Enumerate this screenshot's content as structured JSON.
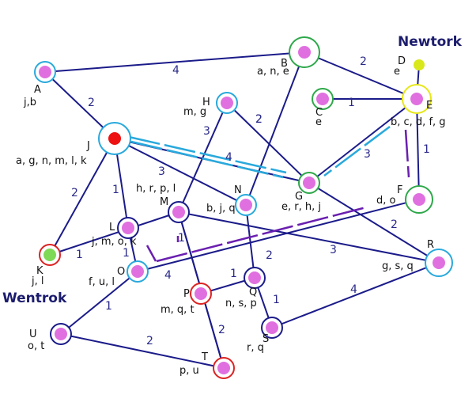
{
  "nodes": [
    {
      "id": "A",
      "sets": "j,b",
      "ring": "#29a9dc",
      "fill": "#e070e0"
    },
    {
      "id": "B",
      "sets": "a, n, e",
      "ring": "#2ea84a",
      "fill": "#e070e0"
    },
    {
      "id": "C",
      "sets": "e",
      "ring": "#2ea84a",
      "fill": "#e070e0"
    },
    {
      "id": "D",
      "sets": "e",
      "ring": "",
      "fill": "#d8e81a"
    },
    {
      "id": "E",
      "sets": "b, c, d, f, g",
      "ring": "#e6e61a",
      "fill": "#e070e0"
    },
    {
      "id": "F",
      "sets": "d, o",
      "ring": "#2ea84a",
      "fill": "#e070e0"
    },
    {
      "id": "G",
      "sets": "e, r, h, j",
      "ring": "#2ea84a",
      "fill": "#e070e0"
    },
    {
      "id": "H",
      "sets": "m, g",
      "ring": "#29a9dc",
      "fill": "#e070e0"
    },
    {
      "id": "J",
      "sets": "a, g, n, m, l, k",
      "ring": "#29a9dc",
      "fill": "#ee1111"
    },
    {
      "id": "K",
      "sets": "j, l",
      "ring": "#dd2222",
      "fill": "#7ed957"
    },
    {
      "id": "L",
      "sets": "j, m, o, k",
      "ring": "#1b1b8a",
      "fill": "#e070e0"
    },
    {
      "id": "M",
      "sets": "h, r, p, l",
      "ring": "#1b1b8a",
      "fill": "#e070e0"
    },
    {
      "id": "N",
      "sets": "b, j, q",
      "ring": "#29a9dc",
      "fill": "#e070e0"
    },
    {
      "id": "O",
      "sets": "f, u, l",
      "ring": "#29a9dc",
      "fill": "#e070e0"
    },
    {
      "id": "P",
      "sets": "m, q, t",
      "ring": "#dd2222",
      "fill": "#e070e0"
    },
    {
      "id": "Q",
      "sets": "n, s, p",
      "ring": "#1b1b8a",
      "fill": "#e070e0"
    },
    {
      "id": "R",
      "sets": "g, s, q",
      "ring": "#29a9dc",
      "fill": "#e070e0"
    },
    {
      "id": "S",
      "sets": "r, q",
      "ring": "#1b1b8a",
      "fill": "#e070e0"
    },
    {
      "id": "T",
      "sets": "p, u",
      "ring": "#dd2222",
      "fill": "#e070e0"
    },
    {
      "id": "U",
      "sets": "o, t",
      "ring": "#1b1b8a",
      "fill": "#e070e0"
    }
  ],
  "edges": [
    {
      "from": "A",
      "to": "B",
      "weight": "4"
    },
    {
      "from": "A",
      "to": "J",
      "weight": "2"
    },
    {
      "from": "B",
      "to": "E",
      "weight": "2"
    },
    {
      "from": "B",
      "to": "N",
      "weight": "2"
    },
    {
      "from": "C",
      "to": "E",
      "weight": "1"
    },
    {
      "from": "D",
      "to": "E",
      "weight": ""
    },
    {
      "from": "E",
      "to": "G",
      "weight": "3"
    },
    {
      "from": "E",
      "to": "F",
      "weight": "1"
    },
    {
      "from": "J",
      "to": "G",
      "weight": "4"
    },
    {
      "from": "J",
      "to": "N",
      "weight": "3"
    },
    {
      "from": "J",
      "to": "K",
      "weight": "2"
    },
    {
      "from": "J",
      "to": "L",
      "weight": "1"
    },
    {
      "from": "H",
      "to": "M",
      "weight": "3"
    },
    {
      "from": "H",
      "to": "G",
      "weight": "2"
    },
    {
      "from": "G",
      "to": "R",
      "weight": "2"
    },
    {
      "from": "K",
      "to": "M",
      "weight": "1"
    },
    {
      "from": "L",
      "to": "O",
      "weight": "1"
    },
    {
      "from": "M",
      "to": "R",
      "weight": "3"
    },
    {
      "from": "M",
      "to": "T",
      "weight": "1"
    },
    {
      "from": "N",
      "to": "Q",
      "weight": "2"
    },
    {
      "from": "O",
      "to": "F",
      "weight": "4"
    },
    {
      "from": "O",
      "to": "U",
      "weight": "1"
    },
    {
      "from": "P",
      "to": "Q",
      "weight": "1"
    },
    {
      "from": "Q",
      "to": "S",
      "weight": "1"
    },
    {
      "from": "S",
      "to": "R",
      "weight": "4"
    },
    {
      "from": "U",
      "to": "T",
      "weight": "2"
    },
    {
      "from": "M",
      "to": "T",
      "weight": "2"
    }
  ],
  "regions": [
    {
      "label": "Newtork",
      "color": "#1c1c6e"
    },
    {
      "label": "Wentrok",
      "color": "#1c1c6e"
    }
  ],
  "colors": {
    "edge": "#1b1b8a",
    "path_cyan": "#29a9dc",
    "path_violet": "#6a1fb0"
  }
}
